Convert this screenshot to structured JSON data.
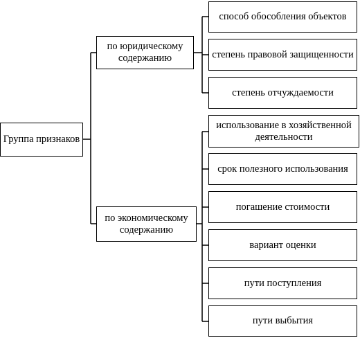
{
  "root": {
    "label": "Группа признаков"
  },
  "groups": [
    {
      "label": "по юридическому содержанию",
      "items": [
        "способ обособления объектов",
        "степень правовой защищенности",
        "степень отчуждаемости"
      ]
    },
    {
      "label": "по экономическому содержанию",
      "items": [
        "использование в хозяйственной деятельности",
        "срок полезного использования",
        "погашение стоимости",
        "вариант оценки",
        "пути поступления",
        "пути выбытия"
      ]
    }
  ]
}
